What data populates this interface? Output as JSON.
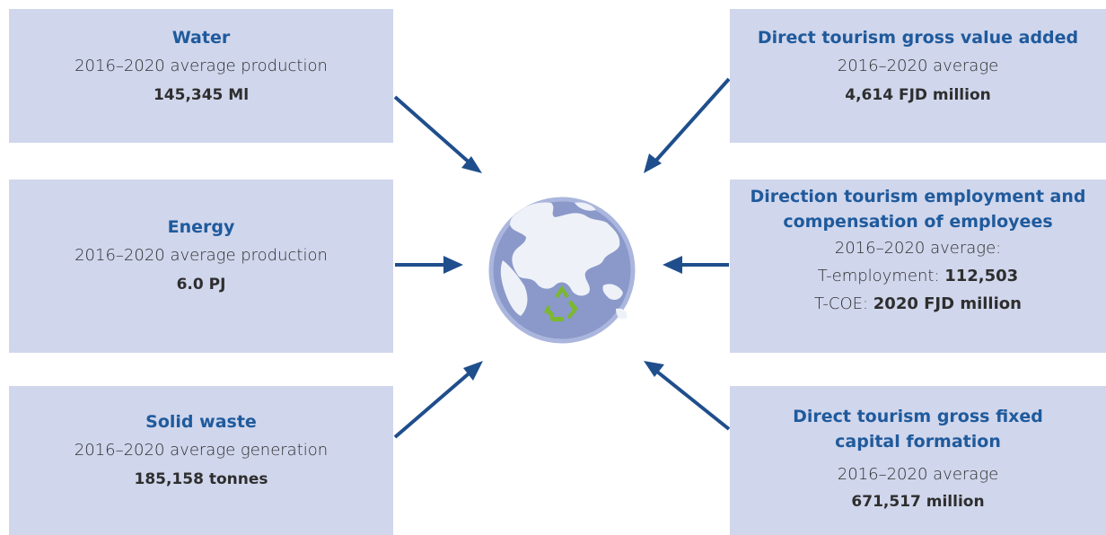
{
  "left_boxes": {
    "water": {
      "title": "Water",
      "description": "2016–2020 average production",
      "value": "145,345 Ml"
    },
    "energy": {
      "title": "Energy",
      "description": "2016–2020 average production",
      "value": "6.0 PJ"
    },
    "solid_waste": {
      "title": "Solid waste",
      "description": "2016–2020 average generation",
      "value": "185,158 tonnes"
    }
  },
  "right_boxes": {
    "gross_value_added": {
      "title": "Direct tourism gross value added",
      "description": "2016–2020 average",
      "value": "4,614 FJD million"
    },
    "employment": {
      "title_line1": "Direction tourism employment and",
      "title_line2": "compensation of employees",
      "description": "2016–2020 average:",
      "employment_label": "T-employment: ",
      "employment_value": "112,503",
      "coe_label": "T-COE: ",
      "coe_value": "2020 FJD million"
    },
    "gross_fixed_capital": {
      "title_line1": "Direct tourism gross fixed",
      "title_line2": "capital formation",
      "description": "2016–2020 average",
      "value": "671,517 million"
    }
  },
  "center": {
    "globe_icon": "globe-icon",
    "recycle_icon": "recycle-icon"
  },
  "colors": {
    "box_fill": "#d0d6ec",
    "title": "#1f5a9c",
    "arrow": "#1f4e8c",
    "globe": "#8e9ccb",
    "recycle": "#7cb82f"
  }
}
